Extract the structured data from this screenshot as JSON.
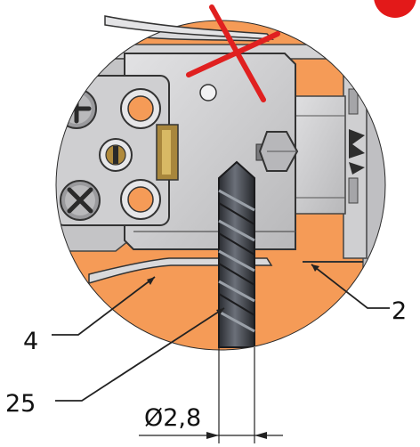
{
  "figure": {
    "callouts": {
      "part_4": "4",
      "part_25": "25",
      "part_2": "2"
    },
    "dimension_label": "Ø2,8",
    "icons": [
      "prohibited-cross-icon",
      "phillips-screw-icon",
      "drill-bit-icon"
    ],
    "colors": {
      "detail_background": "#f59b57",
      "cross_mark": "#e02020",
      "housing": "#c9c9cb",
      "drill": "#3a3d44",
      "alert": "#e31919"
    }
  }
}
